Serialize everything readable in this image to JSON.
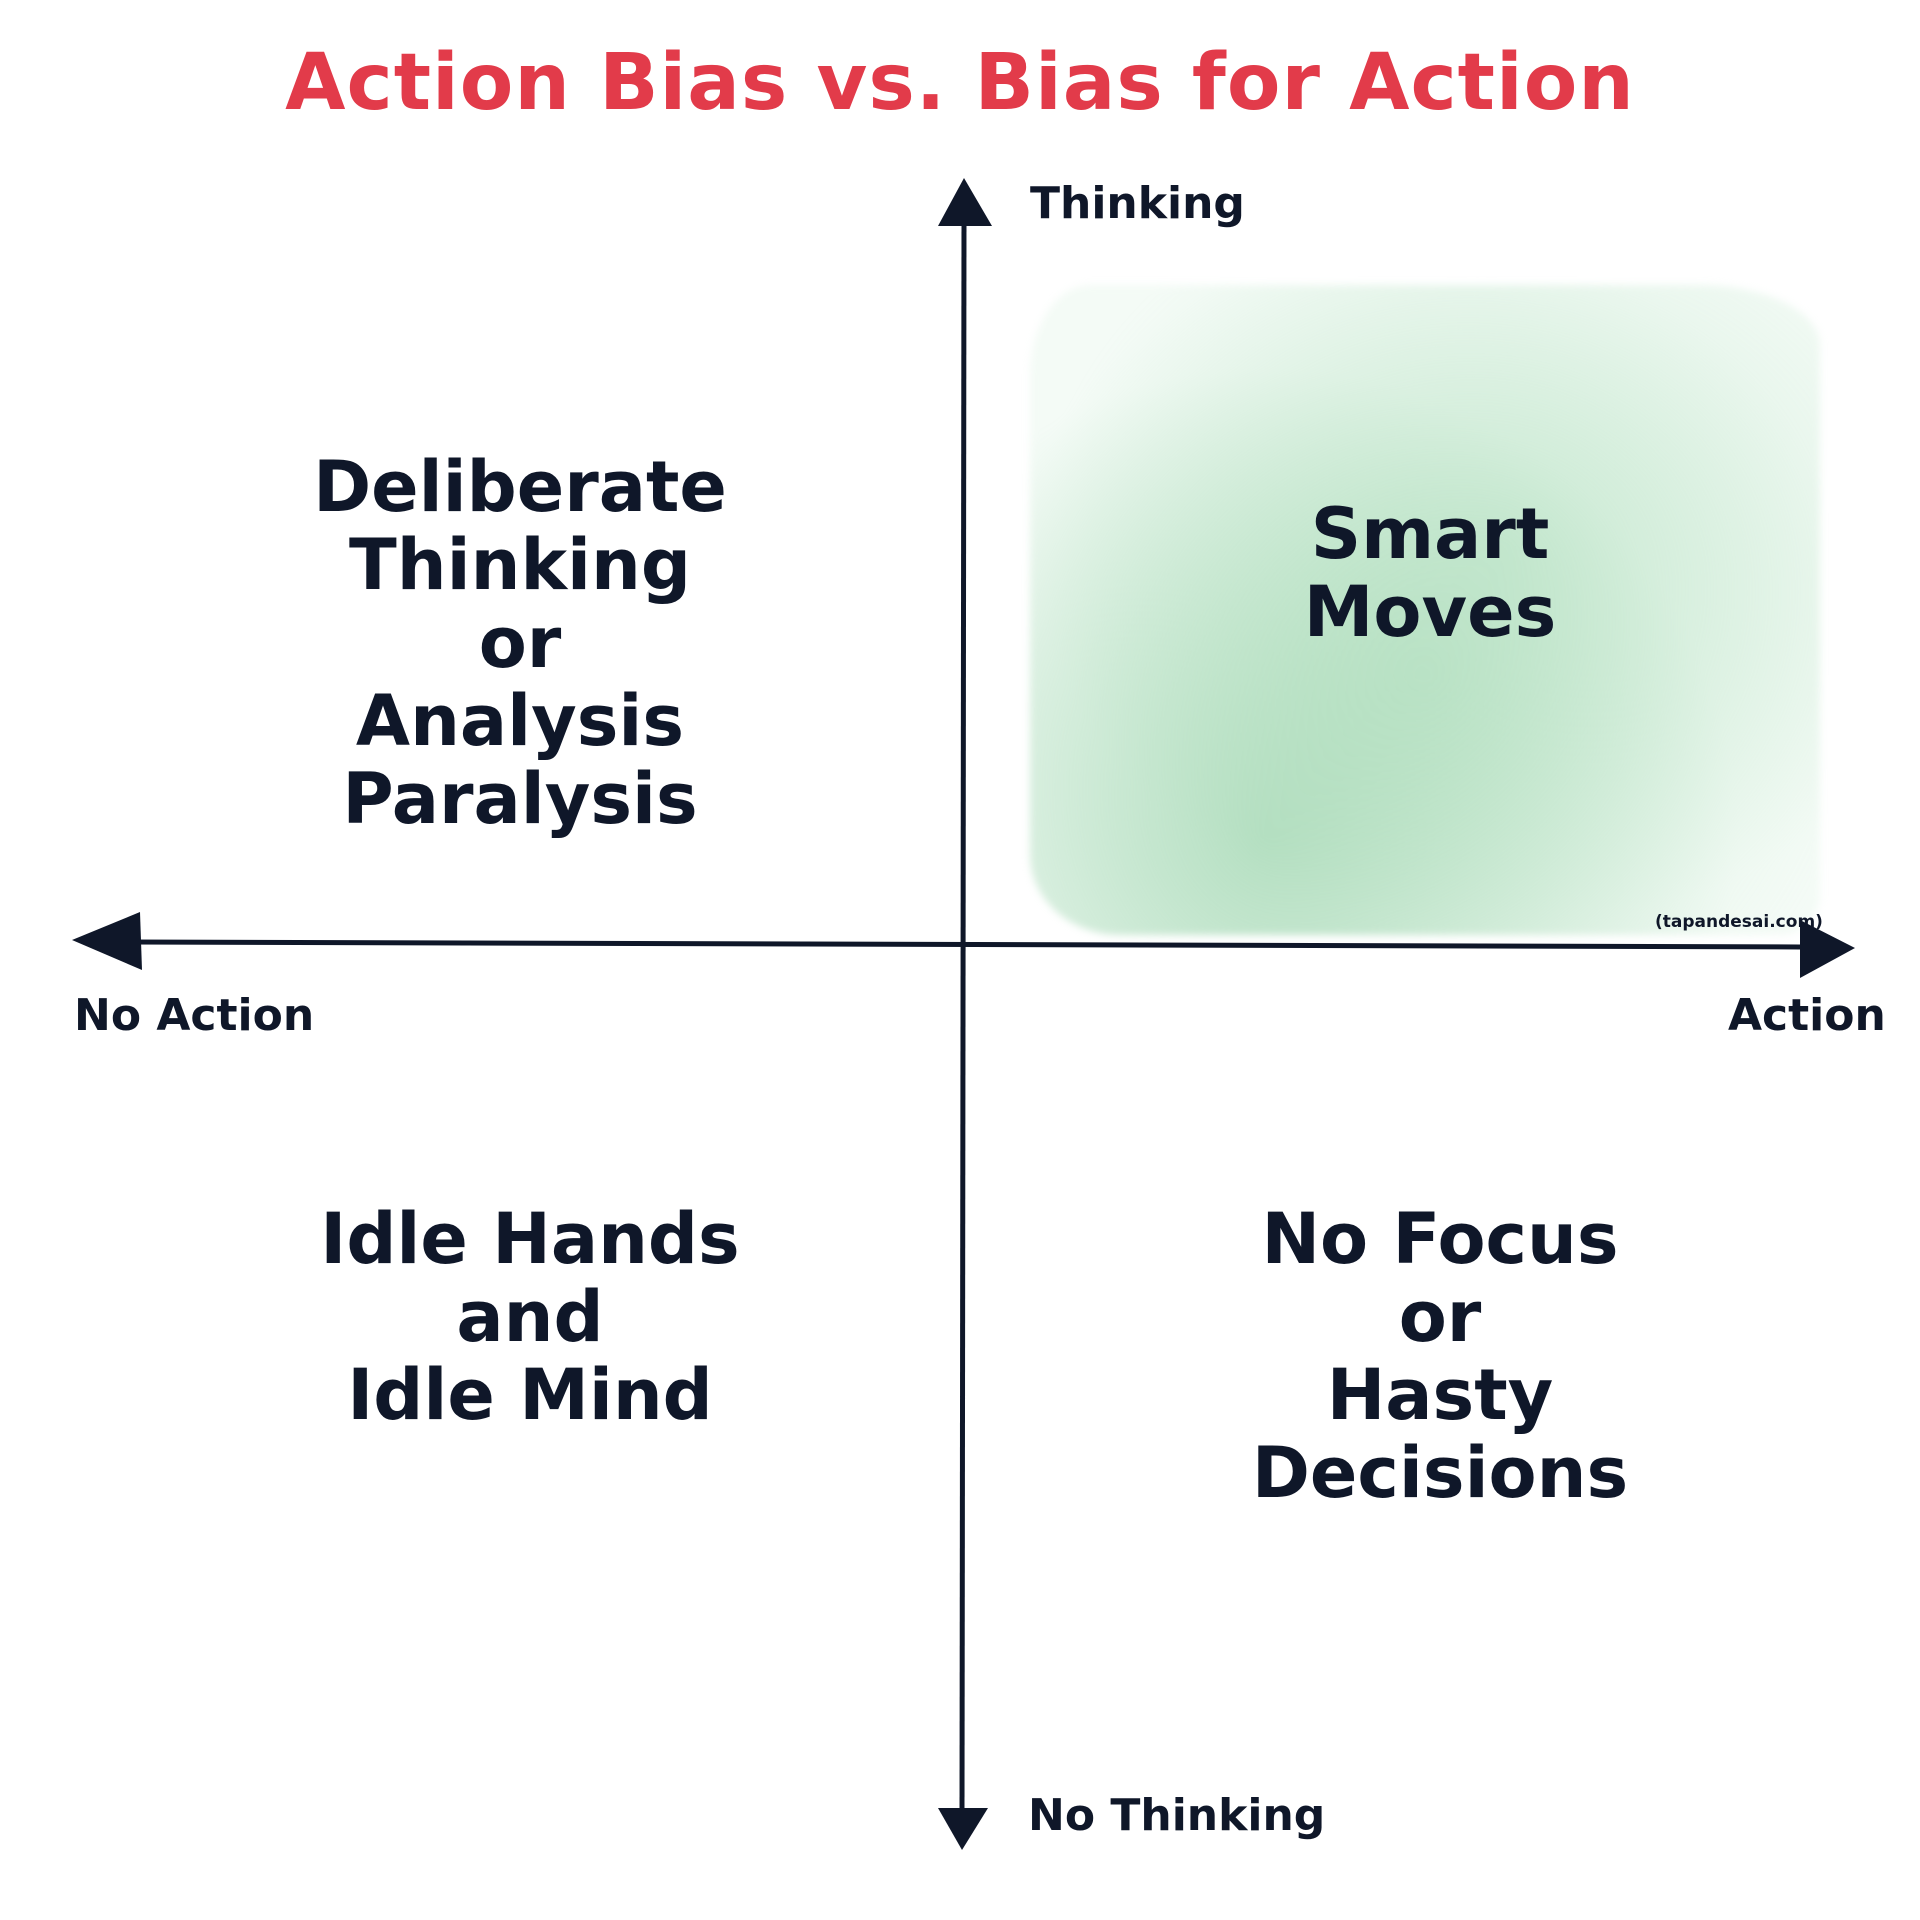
{
  "title": "Action Bias vs. Bias for Action",
  "colors": {
    "title": "#e23b4a",
    "ink": "#0f1729",
    "highlight": "#bfe5c9"
  },
  "axes": {
    "y_top": "Thinking",
    "y_bottom": "No Thinking",
    "x_left": "No Action",
    "x_right": "Action"
  },
  "quadrants": {
    "top_left": {
      "lines": [
        "Deliberate Thinking",
        "or",
        "Analysis Paralysis"
      ]
    },
    "top_right": {
      "lines": [
        "Smart",
        "Moves"
      ],
      "highlighted": true
    },
    "bottom_left": {
      "lines": [
        "Idle Hands",
        "and",
        "Idle Mind"
      ]
    },
    "bottom_right": {
      "lines": [
        "No Focus",
        "or",
        "Hasty Decisions"
      ]
    }
  },
  "credit": "(tapandesai.com)"
}
